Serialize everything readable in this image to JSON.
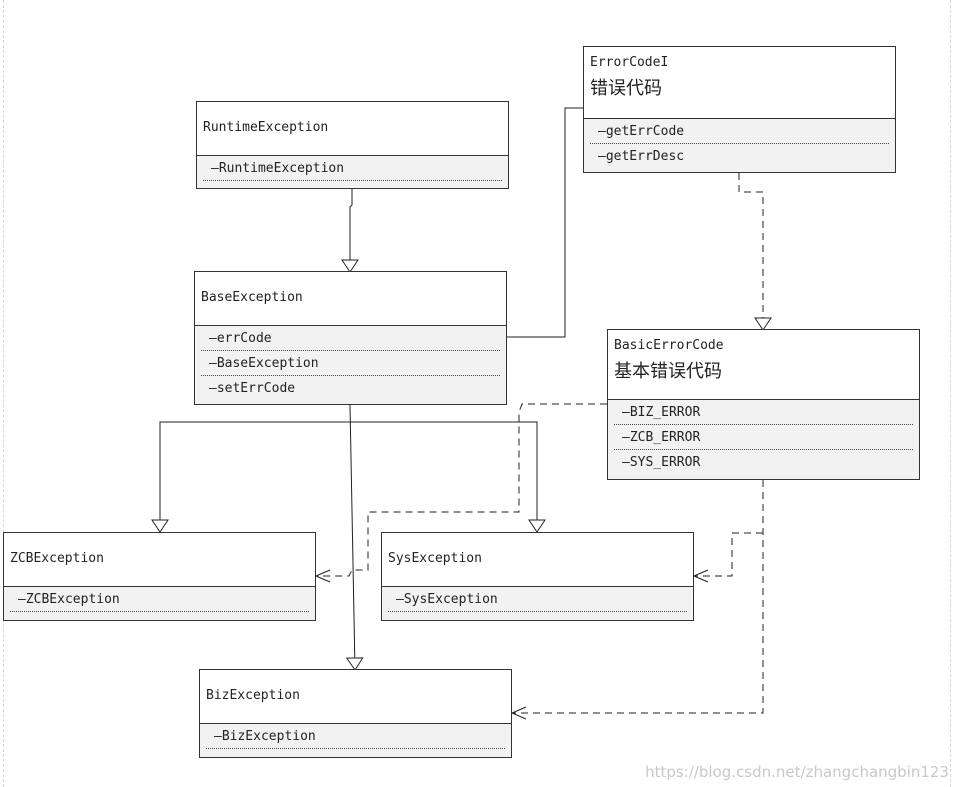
{
  "classes": {
    "runtime": {
      "name": "RuntimeException",
      "members": [
        "–RuntimeException"
      ]
    },
    "error_code_i": {
      "name": "ErrorCodeI",
      "subtitle": "错误代码",
      "members": [
        "–getErrCode",
        "–getErrDesc"
      ]
    },
    "base": {
      "name": "BaseException",
      "members": [
        "–errCode",
        "–BaseException",
        "–setErrCode"
      ]
    },
    "basic_error_code": {
      "name": "BasicErrorCode",
      "subtitle": "基本错误代码",
      "members": [
        "–BIZ_ERROR",
        "–ZCB_ERROR",
        "–SYS_ERROR"
      ]
    },
    "zcb": {
      "name": "ZCBException",
      "members": [
        "–ZCBException"
      ]
    },
    "sys": {
      "name": "SysException",
      "members": [
        "–SysException"
      ]
    },
    "biz": {
      "name": "BizException",
      "members": [
        "–BizException"
      ]
    }
  },
  "watermark": "https://blog.csdn.net/zhangchangbin123"
}
